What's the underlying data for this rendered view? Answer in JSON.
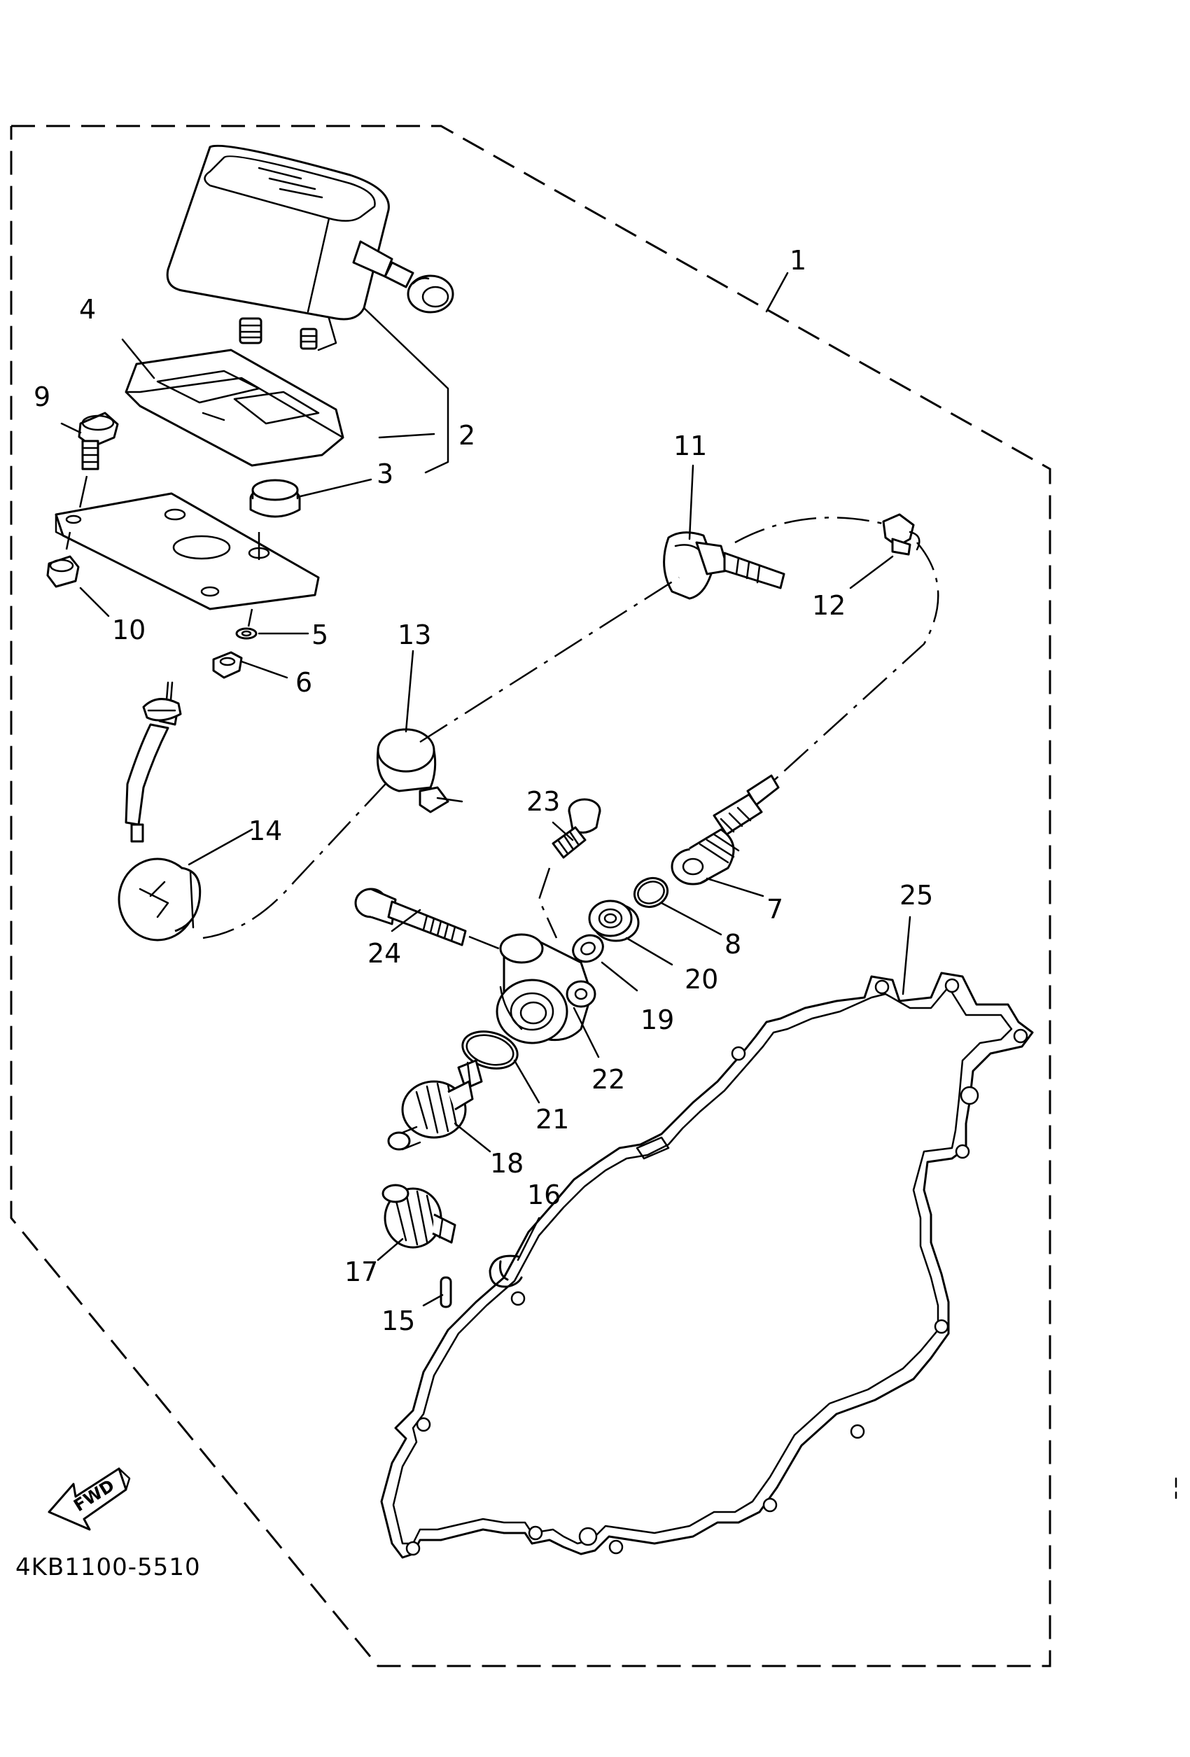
{
  "diagram": {
    "drawing_code": "4KB1100-5510",
    "direction_badge": "FWD",
    "callouts": {
      "c1": "1",
      "c2": "2",
      "c3": "3",
      "c4": "4",
      "c5": "5",
      "c6": "6",
      "c7": "7",
      "c8": "8",
      "c9": "9",
      "c10": "10",
      "c11": "11",
      "c12": "12",
      "c13": "13",
      "c14": "14",
      "c15": "15",
      "c16": "16",
      "c17": "17",
      "c18": "18",
      "c19": "19",
      "c20": "20",
      "c21": "21",
      "c22": "22",
      "c23": "23",
      "c24": "24",
      "c25": "25"
    }
  }
}
